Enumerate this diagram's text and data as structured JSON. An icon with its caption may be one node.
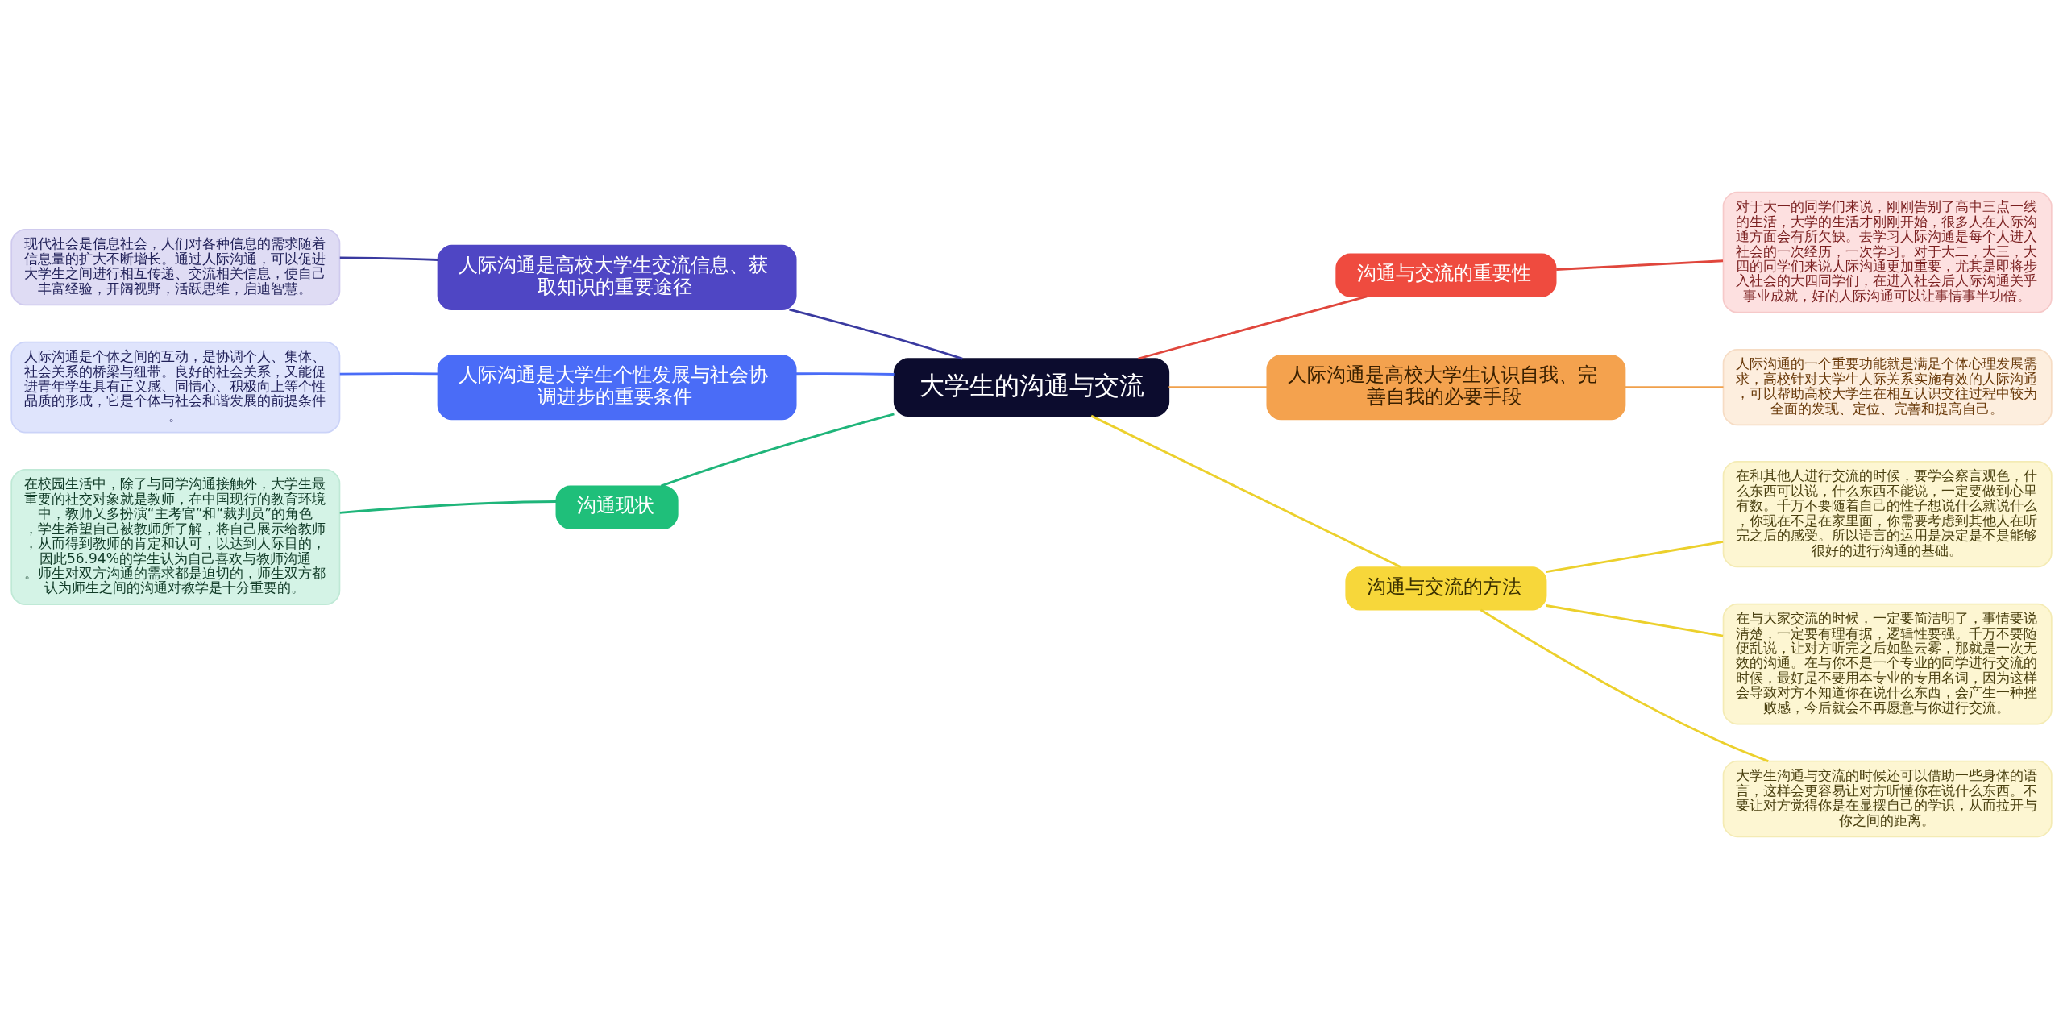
{
  "diagram": {
    "nodes": [
      {
        "text": [
          "大学生的沟通与交流"
        ]
      },
      {
        "text": [
          "沟通与交流的重要性"
        ]
      },
      {
        "text": [
          "对于大一的同学们来说，刚刚告别了高中三点一线的生活，大学的生活才刚刚开始，很多人在人际沟通方面会有所欠缺。去学习人际沟通是每个人进入社会的一次经历，一次学习。对于大二，大三，大四的同学们来说人际沟通更加重要，尤其是即将步入社会的大四同学们，在进入社会后人际沟通关乎事业成就，好的人际沟通可以让事情事半功倍。"
        ]
      },
      {
        "text": [
          "人际沟通是高校大学生认识自我、完善自我的必要手段"
        ]
      },
      {
        "text": [
          "人际沟通的一个重要功能就是满足个体心理发展需求，高校针对大学生人际关系实施有效的人际沟通，可以帮助高校大学生在相互认识交往过程中较为全面的发现、定位、完善和提高自己。"
        ]
      },
      {
        "text": [
          "沟通与交流的方法"
        ]
      },
      {
        "text": [
          "在和其他人进行交流的时候，要学会察言观色，什么东西可以说，什么东西不能说，一定要做到心里有数。千万不要随着自己的性子想说什么就说什么，你现在不是在家里面，你需要考虑到其他人在听完之后的感受。所以语言的运用是决定是不是能够很好的进行沟通的基础。"
        ]
      },
      {
        "text": [
          "在与大家交流的时候，一定要简洁明了，事情要说清楚，一定要有理有据，逻辑性要强。千万不要随便乱说，让对方听完之后如坠云雾，那就是一次无效的沟通。在与你不是一个专业的同学进行交流的时候，最好是不要用本专业的专用名词，因为这样会导致对方不知道你在说什么东西，会产生一种挫败感，今后就会不再愿意与你进行交流。"
        ]
      },
      {
        "text": [
          "大学生沟通与交流的时候还可以借助一些身体的语言，这样会更容易让对方听懂你在说什么东西。不要让对方觉得你是在显摆自己的学识，从而拉开与你之间的距离。"
        ]
      },
      {
        "text": [
          "人际沟通是高校大学生交流信息、获取知识的重要途径"
        ]
      },
      {
        "text": [
          "现代社会是信息社会，人们对各种信息的需求随着信息量的扩大不断增长。通过人际沟通，可以促进大学生之间进行相互传递、交流相关信息，使自己丰富经验，开阔视野，活跃思维，启迪智慧。"
        ]
      },
      {
        "text": [
          "人际沟通是大学生个性发展与社会协调进步的重要条件"
        ]
      },
      {
        "text": [
          "人际沟通是个体之间的互动，是协调个人、集体、社会关系的桥梁与纽带。良好的社会关系，又能促进青年学生具有正义感、同情心、积极向上等个性品质的形成，它是个体与社会和谐发展的前提条件。"
        ]
      },
      {
        "text": [
          "沟通现状"
        ]
      },
      {
        "text": [
          "在校园生活中，除了与同学沟通接触外，大学生最重要的社交对象就是教师，在中国现行的教育环境中，教师又多扮演“主考官”和“裁判员”的角色，学生希望自己被教师所了解，将自己展示给教师，从而得到教师的肯定和认可，以达到人际目的，因此56.94%的学生认为自己喜欢与教师沟通。师生对双方沟通的需求都是迫切的，师生双方都认为师生之间的沟通对教学是十分重要的。"
        ]
      }
    ],
    "edges": [
      {
        "from": 0,
        "to": 1,
        "arrow": "none",
        "color": "#e0463c"
      },
      {
        "from": 1,
        "to": 2,
        "arrow": "none",
        "color": "#e0463c"
      },
      {
        "from": 0,
        "to": 3,
        "arrow": "none",
        "color": "#f0a04b"
      },
      {
        "from": 3,
        "to": 4,
        "arrow": "none",
        "color": "#f0a04b"
      },
      {
        "from": 0,
        "to": 5,
        "arrow": "none",
        "color": "#ecd02c"
      },
      {
        "from": 5,
        "to": 6,
        "arrow": "none",
        "color": "#ecd02c"
      },
      {
        "from": 5,
        "to": 7,
        "arrow": "none",
        "color": "#ecd02c"
      },
      {
        "from": 5,
        "to": 8,
        "arrow": "none",
        "color": "#ecd02c"
      },
      {
        "from": 0,
        "to": 9,
        "arrow": "none",
        "color": "#3a3aa0"
      },
      {
        "from": 9,
        "to": 10,
        "arrow": "none",
        "color": "#3a3aa0"
      },
      {
        "from": 0,
        "to": 11,
        "arrow": "none",
        "color": "#4a6cf7"
      },
      {
        "from": 11,
        "to": 12,
        "arrow": "none",
        "color": "#4a6cf7"
      },
      {
        "from": 0,
        "to": 13,
        "arrow": "none",
        "color": "#1fb57a"
      },
      {
        "from": 13,
        "to": 14,
        "arrow": "none",
        "color": "#1fb57a"
      }
    ]
  }
}
